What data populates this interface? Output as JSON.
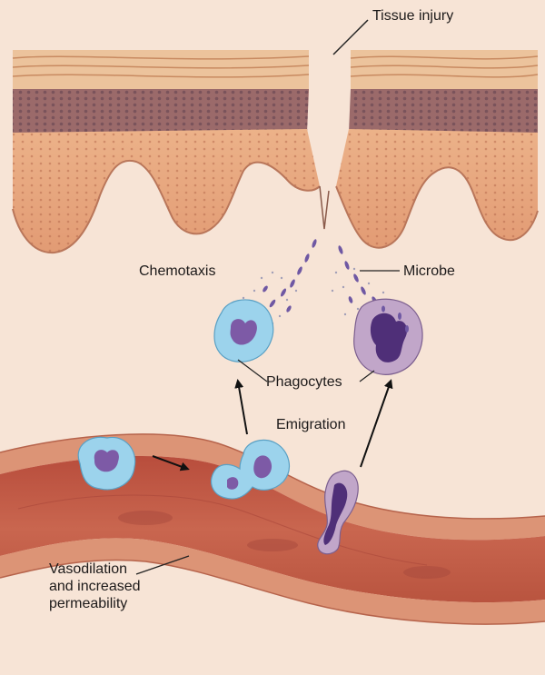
{
  "labels": {
    "tissue_injury": "Tissue injury",
    "chemotaxis": "Chemotaxis",
    "microbe": "Microbe",
    "phagocytes": "Phagocytes",
    "emigration": "Emigration",
    "vasodilation_lines": [
      "Vasodilation",
      "and increased",
      "permeability"
    ]
  },
  "colors": {
    "background": "#fbf3ea",
    "skin_surface": "#e9bc92",
    "skin_stripes": "#c88a61",
    "dark_layer": "#9b6a6a",
    "epidermis": "#e7a77f",
    "dermis": "#f6e2d3",
    "vessel_wall": "#d98c6c",
    "vessel_interior": "#c25a45",
    "neutrophil": "#9cd3ec",
    "neutrophil_nucleus": "#7d5aa6",
    "macrophage": "#c1a6c9",
    "macrophage_nucleus": "#4f2f78",
    "microbe": "#6f58a3"
  }
}
